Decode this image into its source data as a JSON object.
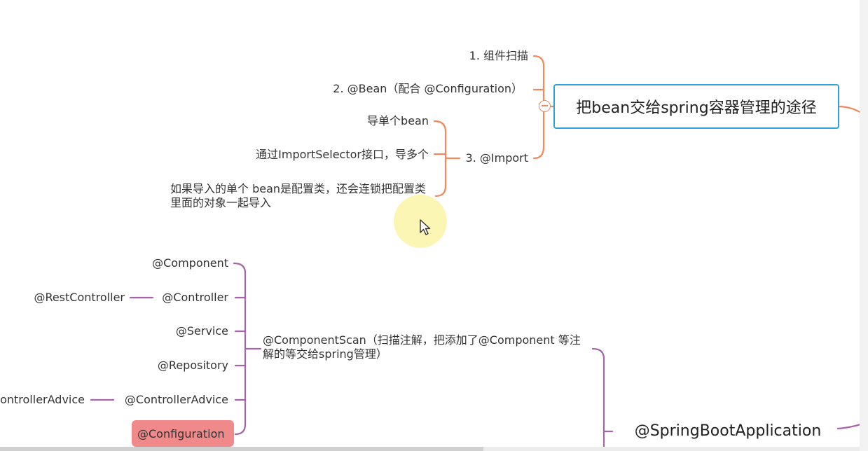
{
  "colors": {
    "orange": "#f08a5d",
    "purple": "#a565a8",
    "blue_border": "#2ea3d6",
    "highlight": "#f08a8a"
  },
  "top_branch": {
    "root": "把bean交给spring容器管理的途径",
    "items": {
      "scan": "1. 组件扫描",
      "bean": "2. @Bean（配合 @Configuration）",
      "import": "3. @Import"
    },
    "import_children": {
      "single": "导单个bean",
      "selector": "通过ImportSelector接口，导多个",
      "config": "如果导入的单个 bean是配置类，还会连锁把配置类里面的对象一起导入"
    }
  },
  "bottom_branch": {
    "root": "@SpringBootApplication",
    "component_scan": "@ComponentScan（扫描注解，把添加了@Component 等注解的等交给spring管理）",
    "children": {
      "component": "@Component",
      "controller": "@Controller",
      "rest_controller": "@RestController",
      "service": "@Service",
      "repository": "@Repository",
      "controller_advice": "@ControllerAdvice",
      "rest_controller_advice": "@RestControllerAdvice",
      "configuration": "@Configuration"
    }
  }
}
